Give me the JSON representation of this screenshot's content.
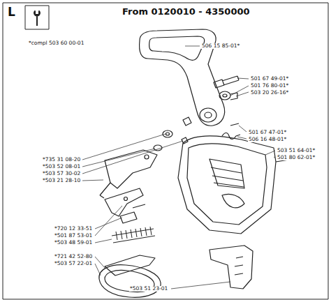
{
  "diagram": {
    "title": "From 0120010 - 4350000",
    "labels": [
      "L",
      "*compl 503 60 00-01",
      "506 15 85-01*",
      "501 67 49-01*",
      "501 76 80-01*",
      "503 20 26-16*",
      "501 67 47-01*",
      "506 16 48-01*",
      "*735 31 08-20",
      "*503 52 08-01",
      "*503 57 30-02",
      "*503 21 28-10",
      "503 51 64-01*",
      "501 80 62-01*",
      "*720 12 33-51",
      "*501 87 53-01",
      "*503 48 59-01",
      "*721 42 52-80",
      "*503 57 22-01",
      "*503 51 23-01"
    ]
  }
}
